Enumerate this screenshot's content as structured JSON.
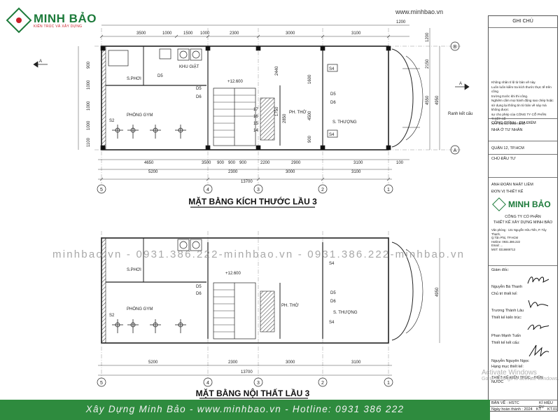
{
  "header": {
    "brand_name": "MINH BẢO",
    "brand_tagline": "KIẾN TRÚC VÀ XÂY DỰNG",
    "site_url": "www.minhbao.vn"
  },
  "plan_top": {
    "title": "MẶT BẰNG KÍCH THƯỚC LẦU 3",
    "top_dims": [
      "3500",
      "1000",
      "1500",
      "1000",
      "2300",
      "3000",
      "3100",
      "1200"
    ],
    "bottom_dims": [
      "4650",
      "3500",
      "900",
      "900",
      "900",
      "2200",
      "2900",
      "3100",
      "100"
    ],
    "sub_totals": [
      "5200",
      "2300",
      "3000",
      "3100"
    ],
    "total": "13700",
    "left_dims": [
      "900",
      "1000",
      "1000",
      "1000",
      "1100"
    ],
    "right_dims": [
      "1200",
      "2150",
      "4550",
      "4950"
    ],
    "inner_dims": [
      "2440",
      "1750",
      "2850",
      "1600",
      "4500",
      "900"
    ],
    "level": "+12.600",
    "rooms": {
      "khu_giat": "KHU GIẶT",
      "s_phoi": "S.PHƠI",
      "phong_gym": "PHÒNG GYM",
      "ph_tho": "PH. THỜ",
      "s_thuong": "S. THƯỢNG"
    },
    "doors": [
      "D5",
      "D6",
      "D5",
      "D6",
      "D5"
    ],
    "windows": [
      "S2",
      "S4",
      "S4"
    ],
    "side_note": "Ranh kết cấu",
    "stair_steps": [
      "17",
      "16",
      "15",
      "14"
    ]
  },
  "plan_bottom": {
    "title": "MẶT BẰNG NỘI THẤT LẦU 3",
    "sub_totals": [
      "5200",
      "2300",
      "3000",
      "3100"
    ],
    "total": "13700",
    "right_dim": "4950",
    "level": "+12.600",
    "rooms": {
      "s_phoi": "S.PHƠI",
      "phong_gym": "PHÒNG GYM",
      "ph_tho": "PH. THỜ",
      "s_thuong": "S. THƯỢNG"
    },
    "doors": [
      "D5",
      "D6",
      "D5",
      "D6"
    ],
    "windows": [
      "S2",
      "S4",
      "S4"
    ]
  },
  "axes": {
    "vertical": [
      "5",
      "4",
      "3",
      "2",
      "1"
    ],
    "horizontal": [
      "B",
      "A"
    ],
    "section": "A"
  },
  "title_block": {
    "ghi_chu": "GHI CHÚ",
    "note_lines": [
      "Không nhân tỉ lệ từ bản vẽ này.",
      "Luôn luôn kiểm tra kích thước thực tế trên công",
      "trường trước khi thi công.",
      "Nghiêm cấm mọi hành động sao chép hoặc",
      "sử dụng lại thông tin từ bản vẽ này mà không được",
      "sự cho phép của CÔNG TY CỔ PHẦN THIẾT KẾ",
      "XÂY DỰNG MINH BẢO"
    ],
    "project_label": "CÔNG TRÌNH - ĐỊA ĐIỂM",
    "project_name": "NHÀ Ở TƯ NHÂN",
    "location": "QUẬN 12, TP.HCM",
    "investor_label": "CHỦ ĐẦU TƯ",
    "investor_name": "ANH ĐOÀN NHẬT LIÊM",
    "designer_label": "ĐƠN VỊ THIẾT KẾ",
    "company_line1": "CÔNG TY CỔ PHẦN",
    "company_line2": "THIẾT KẾ XÂY DỰNG MINH BẢO",
    "company_address": [
      "Văn phòng : 131 Nguyễn Hữu Tiến, P. Tây Thạnh,",
      "Q.Tân Phú, TP.HCM",
      "Hotline: 0931.386.222",
      "Email: ...",
      "MST: 0316669713"
    ],
    "director_label": "Giám đốc:",
    "director_name": "Nguyễn Bá Thanh",
    "lead_label": "Chủ trì thiết kế:",
    "lead_name": "Trương Thành Lâu",
    "checker_label": "Thiết kế kiến trúc:",
    "checker_name": "Phan Mạnh Tuấn",
    "structure_label": "Thiết kế kết cấu:",
    "structure_name": "Nguyễn Nguyên Ngọc",
    "item_label": "Hạng mục thiết kế:",
    "item_name": "THIẾT KẾ KIẾN TRÚC - ĐIỆN NƯỚC",
    "drawing_label": "BẢN VẼ : HSTC",
    "code_label": "KÍ HIỆU BV",
    "date_label": "Ngày hoàn thành : 2024",
    "sheet_label": "KT",
    "sheet_no": "KT.01"
  },
  "watermark": "minhbao.vn - 0931.386.222-minhbao.vn - 0931.386.222-minhbao.vn",
  "windows_notice": {
    "line1": "Activate Windows",
    "line2": "Go to Settings to activate Windows."
  },
  "footer": {
    "text": "Xây Dựng Minh Bảo - www.minhbao.vn - Hotline: 0931 386 222"
  }
}
